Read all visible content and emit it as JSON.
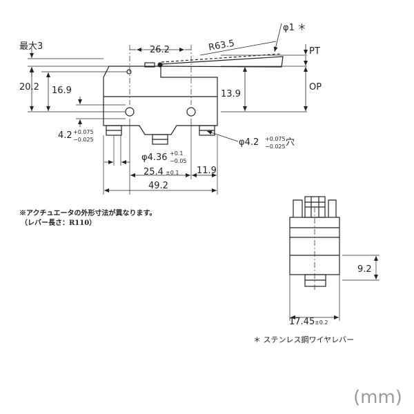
{
  "side_view": {
    "max_label": "最大3",
    "dims": {
      "d26_2": "26.2",
      "r63_5": "R63.5",
      "phi1": "φ1 ＊",
      "pt": "PT",
      "op": "OP",
      "d20_2": "20.2",
      "d16_9": "16.9",
      "d13_9": "13.9",
      "hole_left_base": "4.2",
      "hole_left_upper": "+0.075",
      "hole_left_lower": "−0.025",
      "hole_right_base": "φ4.2",
      "hole_right_upper": "+0.075",
      "hole_right_lower": "−0.025",
      "hole_right_suffix": "穴",
      "phi4_36_base": "φ4.36",
      "phi4_36_upper": "+0.1",
      "phi4_36_lower": "−0.05",
      "d25_4_base": "25.4",
      "d25_4_tol": "±0.1",
      "d11_9": "11.9",
      "d49_2": "49.2"
    }
  },
  "note": {
    "line1": "※アクチュエータの外形寸法が異なります。",
    "line2": "（レバー長さ：R110）"
  },
  "front_view": {
    "dims": {
      "d9_2": "9.2",
      "d17_45_base": "17.45",
      "d17_45_tol": "±0.2"
    }
  },
  "footnote": "＊ ステンレス鋼ワイヤレバー",
  "unit": "(mm)"
}
